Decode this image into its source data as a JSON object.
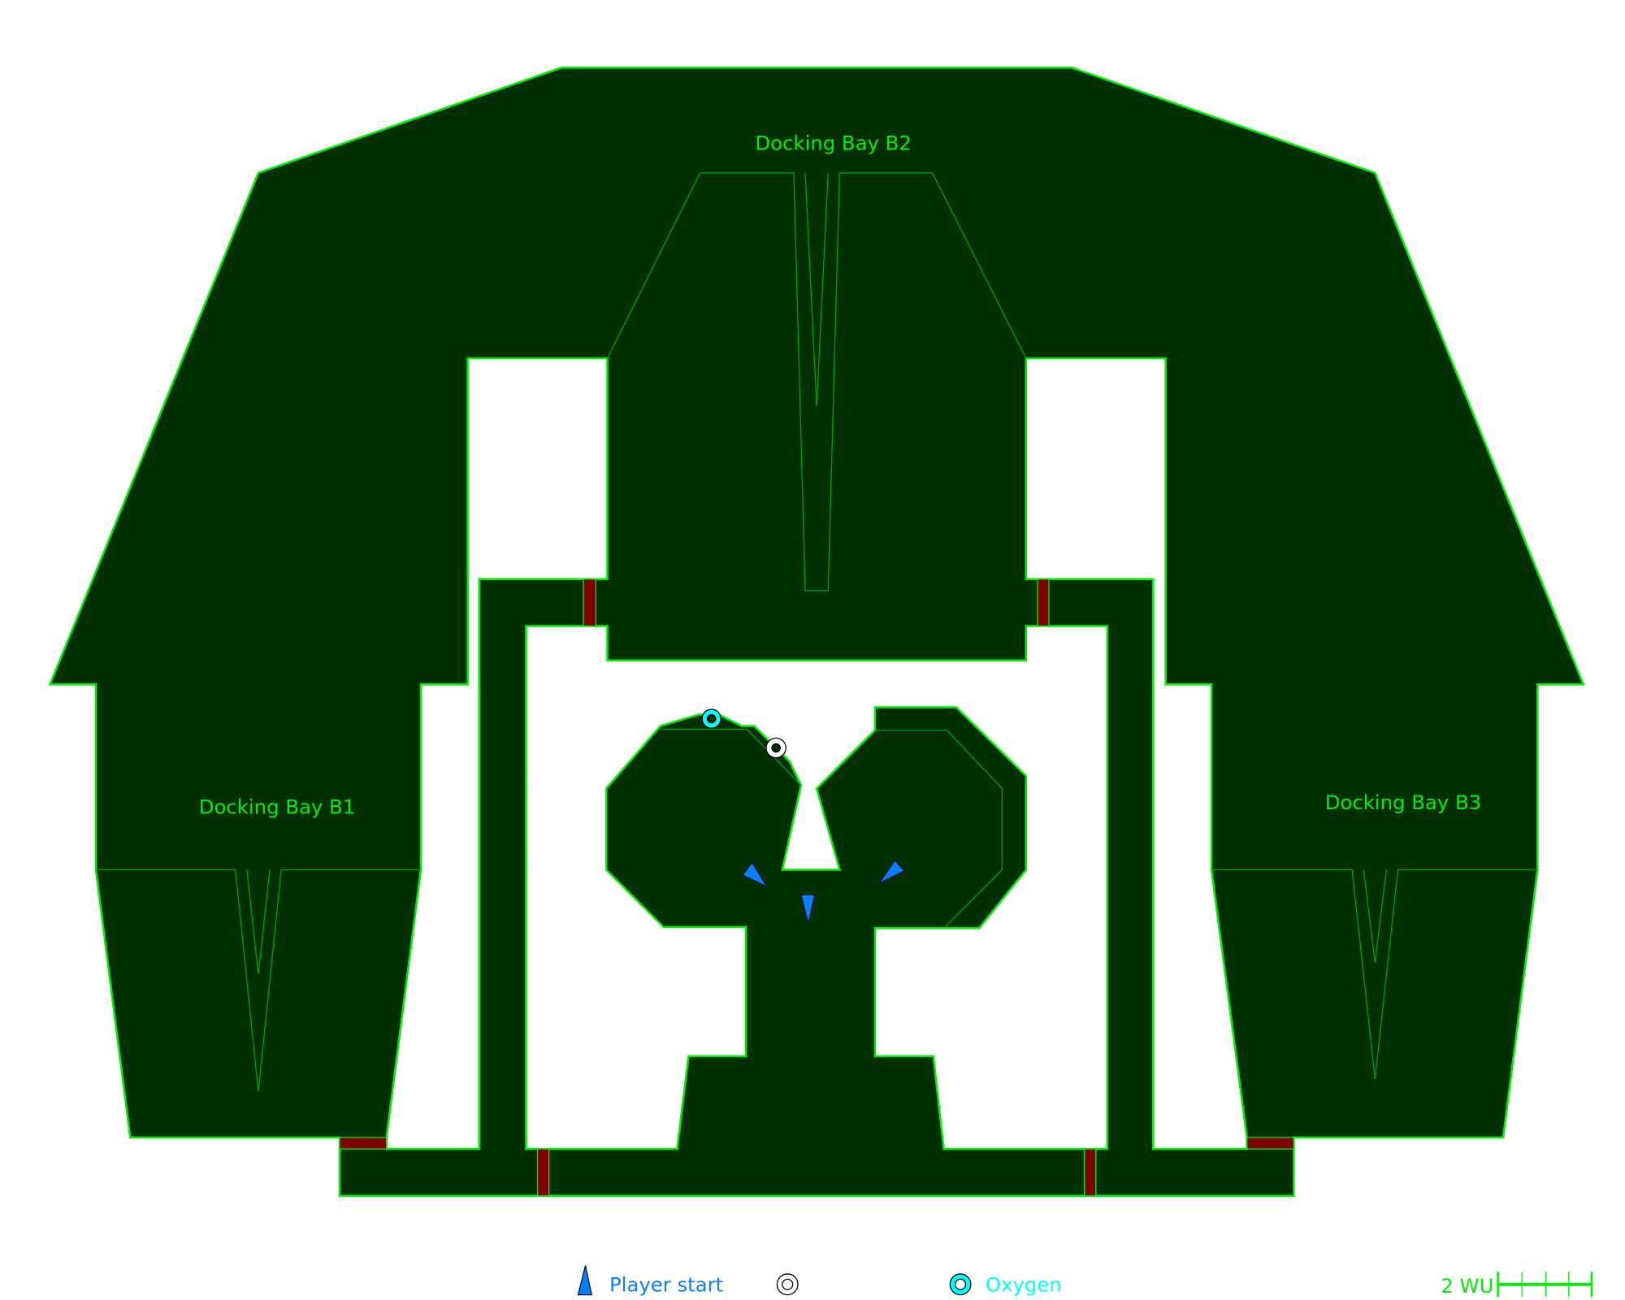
{
  "map": {
    "rooms": [
      {
        "label": "Docking Bay B2"
      },
      {
        "label": "Docking Bay B1"
      },
      {
        "label": "Docking Bay B3"
      }
    ],
    "colors": {
      "floor": "#003000",
      "wall": "#00ee00",
      "inner_line": "#00a000",
      "door": "#800000",
      "player": "#0a7fff",
      "oxygen": "#00ffff",
      "item": "#ffffff"
    }
  },
  "legend": {
    "player_start": "Player start",
    "oxygen": "Oxygen",
    "item_icon": "ring-marker",
    "scale_label": "2 WU"
  }
}
